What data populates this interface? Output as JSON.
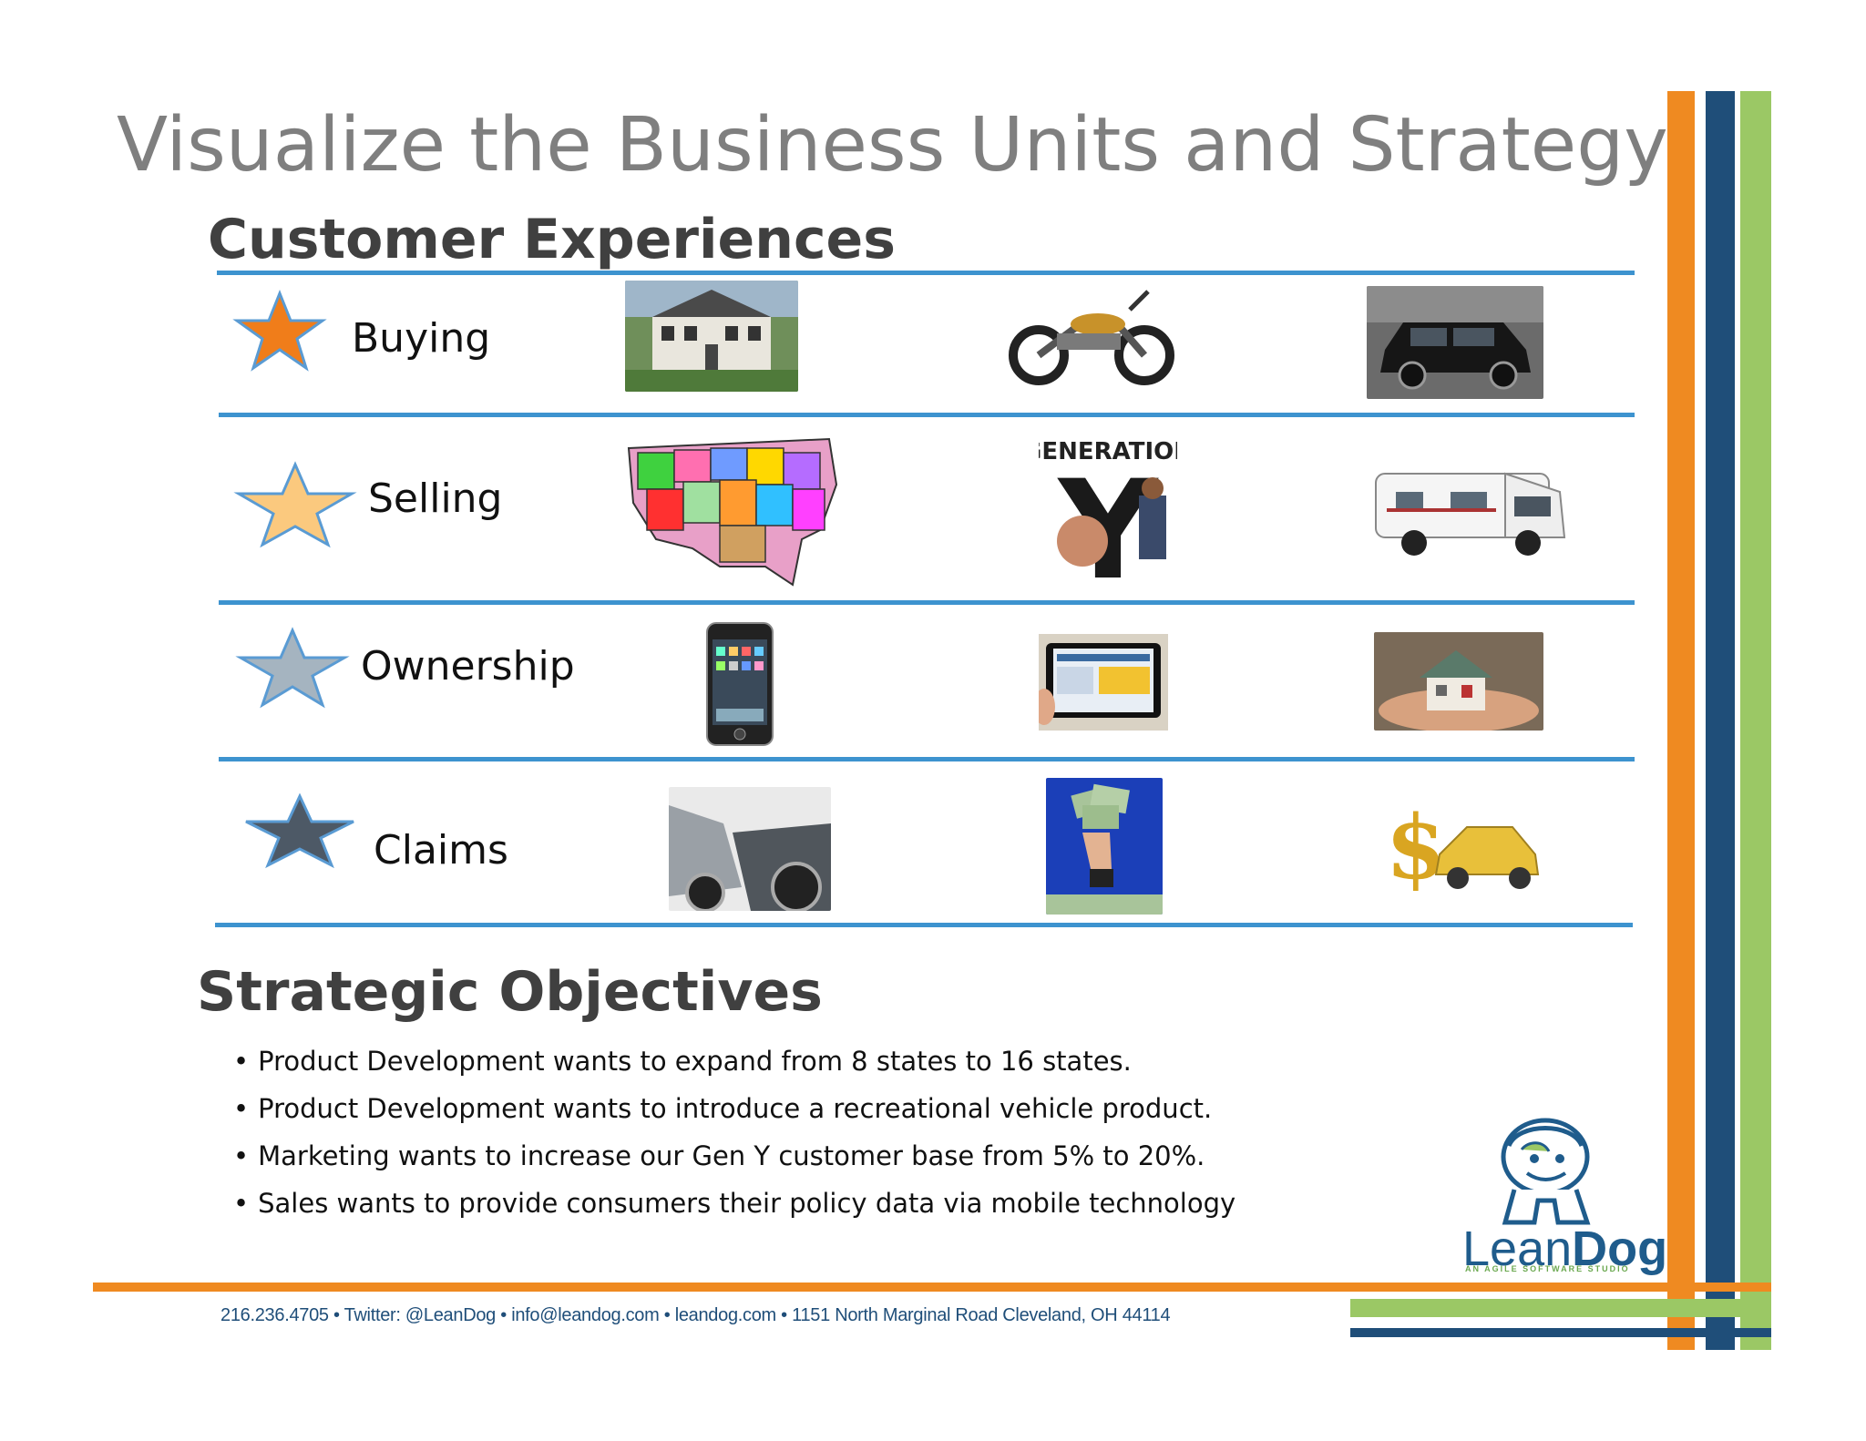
{
  "title": "Visualize the Business Units and Strategy",
  "customer_experiences": {
    "heading": "Customer Experiences",
    "rows": [
      {
        "label": "Buying",
        "star_color": "#f07d1a",
        "images": [
          "house-photo",
          "motorcycle-photo",
          "suv-photo"
        ]
      },
      {
        "label": "Selling",
        "star_color": "#fbc97e",
        "images": [
          "us-map-photo",
          "generation-y-photo",
          "rv-photo"
        ]
      },
      {
        "label": "Ownership",
        "star_color": "#a5b4c0",
        "images": [
          "smartphone-photo",
          "tablet-photo",
          "house-in-hands-photo"
        ]
      },
      {
        "label": "Claims",
        "star_color": "#4d5966",
        "images": [
          "car-crash-photo",
          "money-hand-photo",
          "dollar-car-photo"
        ]
      }
    ],
    "generation_text": "GENERATION",
    "generation_letter": "Y"
  },
  "strategic_objectives": {
    "heading": "Strategic Objectives",
    "bullets": [
      "Product Development wants to expand from 8 states to 16 states.",
      "Product Development wants to introduce a recreational vehicle product.",
      "Marketing wants to increase our Gen Y customer base from 5% to 20%.",
      "Sales wants to provide consumers their policy data via mobile technology"
    ]
  },
  "footer": {
    "contact": "216.236.4705 • Twitter: @LeanDog • info@leandog.com • leandog.com • 1151 North Marginal Road Cleveland, OH 44114"
  },
  "logo": {
    "name_part1": "Lean",
    "name_part2": "Dog",
    "tagline": "AN AGILE SOFTWARE STUDIO"
  },
  "colors": {
    "orange": "#ef8a21",
    "navy": "#1f4e79",
    "green": "#9bc865",
    "rule_blue": "#3d93cf"
  }
}
